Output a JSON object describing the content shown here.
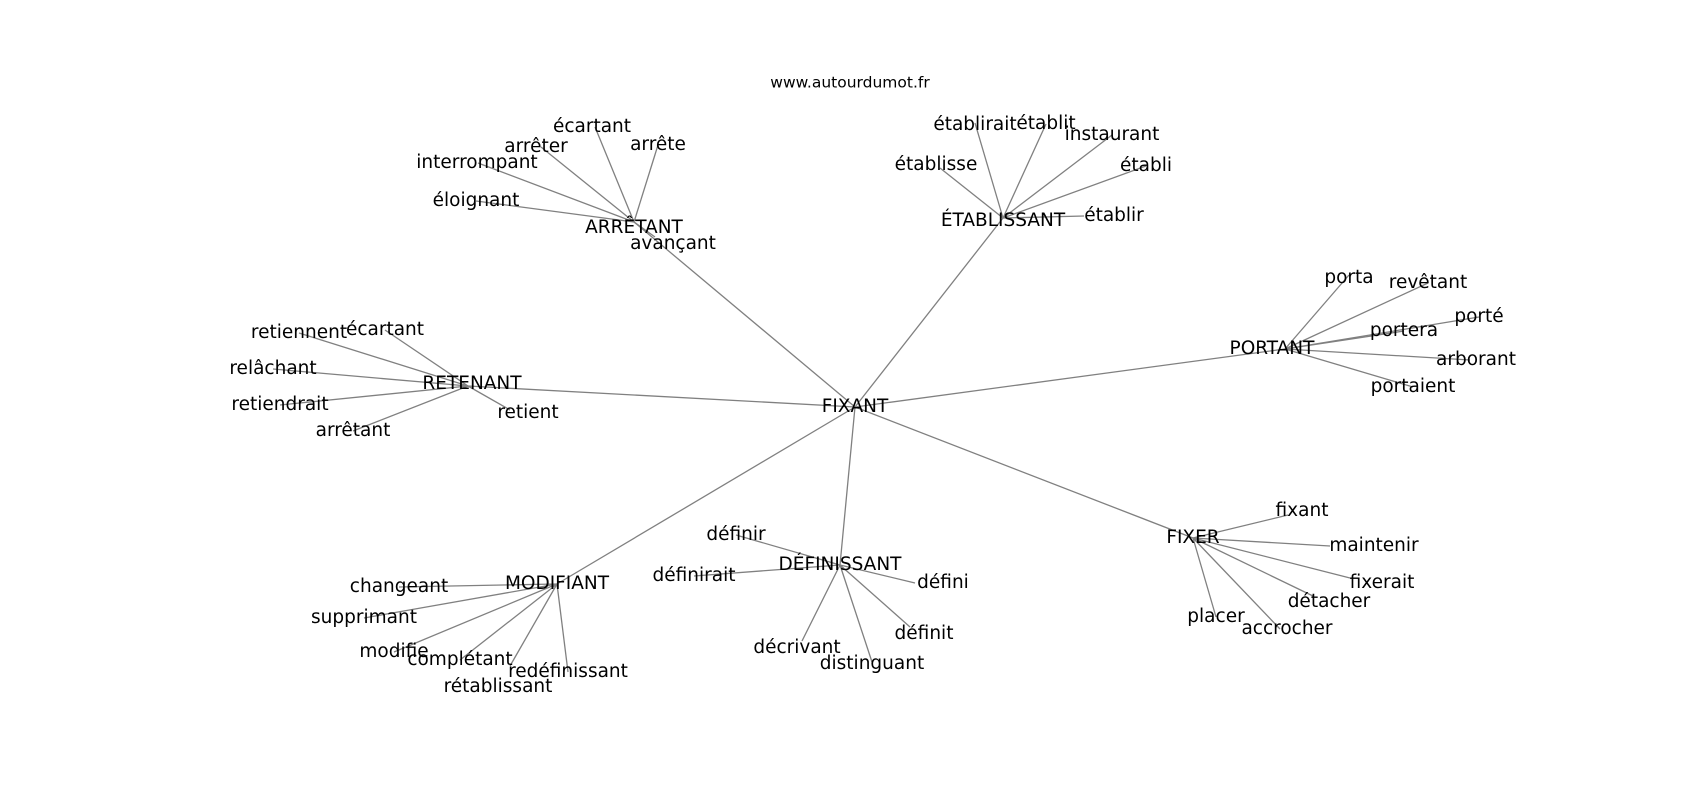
{
  "site": "www.autourdumot.fr",
  "center": "FIXANT",
  "nodes": {
    "FIXANT": "FIXANT",
    "ARRETANT": "ARRÊTANT",
    "ETABLISSANT": "ÉTABLISSANT",
    "RETENANT": "RETENANT",
    "PORTANT": "PORTANT",
    "MODIFIANT": "MODIFIANT",
    "DEFINISSANT": "DÉFINISSANT",
    "FIXER": "FIXER",
    "a_ecartant": "écartant",
    "a_arreter": "arrêter",
    "a_arrete": "arrête",
    "a_interrompant": "interrompant",
    "a_eloignant": "éloignant",
    "a_avancant": "avançant",
    "e_etablirait": "établirait",
    "e_etablit": "établit",
    "e_instaurant": "instaurant",
    "e_etablisse": "établisse",
    "e_etabli": "établi",
    "e_etablir": "établir",
    "r_retiennent": "retiennent",
    "r_ecartant": "écartant",
    "r_relachant": "relâchant",
    "r_retiendrait": "retiendrait",
    "r_arretant": "arrêtant",
    "r_retient": "retient",
    "p_porta": "porta",
    "p_revetant": "revêtant",
    "p_porte": "porté",
    "p_portera": "portera",
    "p_arborant": "arborant",
    "p_portaient": "portaient",
    "m_changeant": "changeant",
    "m_supprimant": "supprimant",
    "m_modifie": "modifie",
    "m_completant": "complétant",
    "m_redefinissant": "redéfinissant",
    "m_retablissant": "rétablissant",
    "d_definir": "définir",
    "d_definirait": "définirait",
    "d_defini": "défini",
    "d_definit": "définit",
    "d_decrivant": "décrivant",
    "d_distinguant": "distinguant",
    "f_fixant": "fixant",
    "f_maintenir": "maintenir",
    "f_fixerait": "fixerait",
    "f_detacher": "détacher",
    "f_placer": "placer",
    "f_accrocher": "accrocher"
  },
  "edges": [
    [
      "FIXANT",
      "ARRETANT"
    ],
    [
      "FIXANT",
      "ETABLISSANT"
    ],
    [
      "FIXANT",
      "RETENANT"
    ],
    [
      "FIXANT",
      "PORTANT"
    ],
    [
      "FIXANT",
      "MODIFIANT"
    ],
    [
      "FIXANT",
      "DEFINISSANT"
    ],
    [
      "FIXANT",
      "FIXER"
    ],
    [
      "ARRETANT",
      "a_ecartant"
    ],
    [
      "ARRETANT",
      "a_arreter"
    ],
    [
      "ARRETANT",
      "a_arrete"
    ],
    [
      "ARRETANT",
      "a_interrompant"
    ],
    [
      "ARRETANT",
      "a_eloignant"
    ],
    [
      "ARRETANT",
      "a_avancant"
    ],
    [
      "ETABLISSANT",
      "e_etablirait"
    ],
    [
      "ETABLISSANT",
      "e_etablit"
    ],
    [
      "ETABLISSANT",
      "e_instaurant"
    ],
    [
      "ETABLISSANT",
      "e_etablisse"
    ],
    [
      "ETABLISSANT",
      "e_etabli"
    ],
    [
      "ETABLISSANT",
      "e_etablir"
    ],
    [
      "RETENANT",
      "r_retiennent"
    ],
    [
      "RETENANT",
      "r_ecartant"
    ],
    [
      "RETENANT",
      "r_relachant"
    ],
    [
      "RETENANT",
      "r_retiendrait"
    ],
    [
      "RETENANT",
      "r_arretant"
    ],
    [
      "RETENANT",
      "r_retient"
    ],
    [
      "PORTANT",
      "p_porta"
    ],
    [
      "PORTANT",
      "p_revetant"
    ],
    [
      "PORTANT",
      "p_porte"
    ],
    [
      "PORTANT",
      "p_portera"
    ],
    [
      "PORTANT",
      "p_arborant"
    ],
    [
      "PORTANT",
      "p_portaient"
    ],
    [
      "MODIFIANT",
      "m_changeant"
    ],
    [
      "MODIFIANT",
      "m_supprimant"
    ],
    [
      "MODIFIANT",
      "m_modifie"
    ],
    [
      "MODIFIANT",
      "m_completant"
    ],
    [
      "MODIFIANT",
      "m_redefinissant"
    ],
    [
      "MODIFIANT",
      "m_retablissant"
    ],
    [
      "DEFINISSANT",
      "d_definir"
    ],
    [
      "DEFINISSANT",
      "d_definirait"
    ],
    [
      "DEFINISSANT",
      "d_defini"
    ],
    [
      "DEFINISSANT",
      "d_definit"
    ],
    [
      "DEFINISSANT",
      "d_decrivant"
    ],
    [
      "DEFINISSANT",
      "d_distinguant"
    ],
    [
      "FIXER",
      "f_fixant"
    ],
    [
      "FIXER",
      "f_maintenir"
    ],
    [
      "FIXER",
      "f_fixerait"
    ],
    [
      "FIXER",
      "f_detacher"
    ],
    [
      "FIXER",
      "f_placer"
    ],
    [
      "FIXER",
      "f_accrocher"
    ]
  ],
  "colors": {
    "edge": "#808080",
    "text": "#000000",
    "background": "#ffffff"
  }
}
